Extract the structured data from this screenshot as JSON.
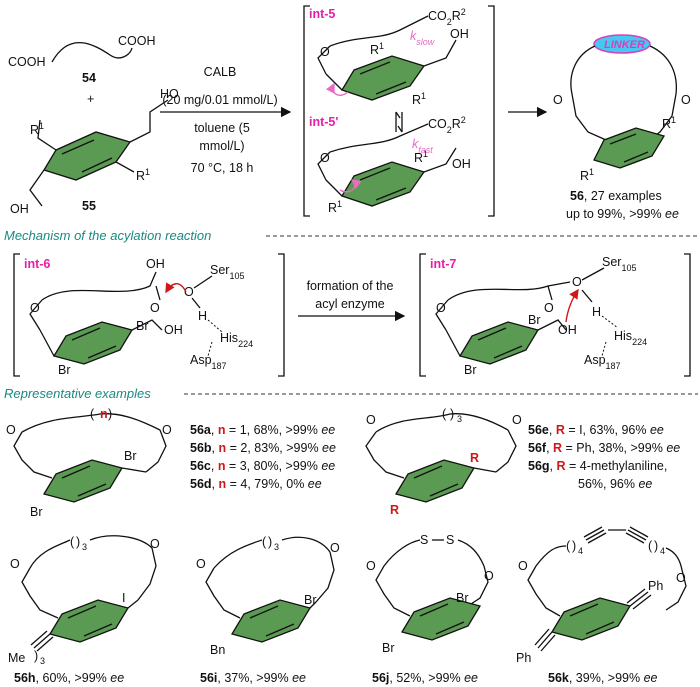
{
  "top": {
    "c54": {
      "cooh_left": "COOH",
      "cooh_right": "COOH",
      "label": "54"
    },
    "plus": "+",
    "c55": {
      "oh_top": "HO",
      "oh_bottom": "OH",
      "r1a": "R",
      "r1b": "R",
      "sup": "1",
      "label": "55"
    },
    "conditions": [
      "CALB",
      "(20 mg/0.01 mmol/L)",
      "toluene (5",
      "mmol/L)",
      "70 °C, 18 h"
    ],
    "int5": {
      "label": "int-5",
      "ester": "CO",
      "ester_sub": "2",
      "ester_r": "R",
      "ester_sup": "2",
      "k": "k",
      "k_sub": "slow",
      "oh": "OH",
      "r1": "R",
      "sup": "1"
    },
    "int5p": {
      "label": "int-5'",
      "ester": "CO",
      "ester_sub": "2",
      "ester_r": "R",
      "ester_sup": "2",
      "k": "k",
      "k_sub": "fast",
      "oh": "OH",
      "r1": "R",
      "sup": "1"
    },
    "c56": {
      "linker": "LINKER",
      "r1": "R",
      "sup": "1",
      "o": "O",
      "label": "56",
      "line1": ", 27 examples",
      "line2a": "up to 99%, >99%",
      "line2b": "ee"
    }
  },
  "mechanism": {
    "title": "Mechanism of the acylation reaction",
    "int6": {
      "label": "int-6",
      "oh": "OH",
      "o": "O",
      "h": "H",
      "ser": "Ser",
      "ser_sub": "105",
      "his": "His",
      "his_sub": "224",
      "asp": "Asp",
      "asp_sub": "187",
      "br": "Br"
    },
    "arrow_text": [
      "formation of the",
      "acyl enzyme"
    ],
    "int7": {
      "label": "int-7",
      "o": "O",
      "h": "H",
      "oh": "OH",
      "ser": "Ser",
      "ser_sub": "105",
      "his": "His",
      "his_sub": "224",
      "asp": "Asp",
      "asp_sub": "187",
      "br": "Br"
    }
  },
  "examples": {
    "title": "Representative examples",
    "g1": {
      "n": "n",
      "br": "Br",
      "rows": [
        {
          "id": "56a",
          "sep": ", ",
          "var": "n",
          "rest": " = 1, 68%, >99% ",
          "ee": "ee"
        },
        {
          "id": "56b",
          "sep": ", ",
          "var": "n",
          "rest": " = 2, 83%, >99% ",
          "ee": "ee"
        },
        {
          "id": "56c",
          "sep": ", ",
          "var": "n",
          "rest": " = 3, 80%, >99% ",
          "ee": "ee"
        },
        {
          "id": "56d",
          "sep": ", ",
          "var": "n",
          "rest": " = 4, 79%, 0% ",
          "ee": "ee"
        }
      ]
    },
    "g2": {
      "sub": "3",
      "r": "R",
      "rows": [
        {
          "id": "56e",
          "sep": ", ",
          "var": "R",
          "rest": " = I, 63%, 96% ",
          "ee": "ee"
        },
        {
          "id": "56f",
          "sep": ", ",
          "var": "R",
          "rest": " = Ph, 38%, >99% ",
          "ee": "ee"
        },
        {
          "id": "56g",
          "sep": ", ",
          "var": "R",
          "rest": " = 4-methylaniline,",
          "ee": ""
        }
      ],
      "cont": {
        "text": "56%, 96% ",
        "ee": "ee"
      }
    },
    "h": {
      "sub": "3",
      "i": "I",
      "me": "Me",
      "me_sub": "3",
      "id": "56h",
      "rest": ", 60%, >99% ",
      "ee": "ee"
    },
    "i": {
      "sub": "3",
      "br": "Br",
      "bn": "Bn",
      "id": "56i",
      "rest": ", 37%, >99% ",
      "ee": "ee"
    },
    "j": {
      "s": "S",
      "br": "Br",
      "id": "56j",
      "rest": ", 52%, >99% ",
      "ee": "ee"
    },
    "k": {
      "sub": "4",
      "ph": "Ph",
      "id": "56k",
      "rest": ", 39%, >99% ",
      "ee": "ee"
    }
  }
}
